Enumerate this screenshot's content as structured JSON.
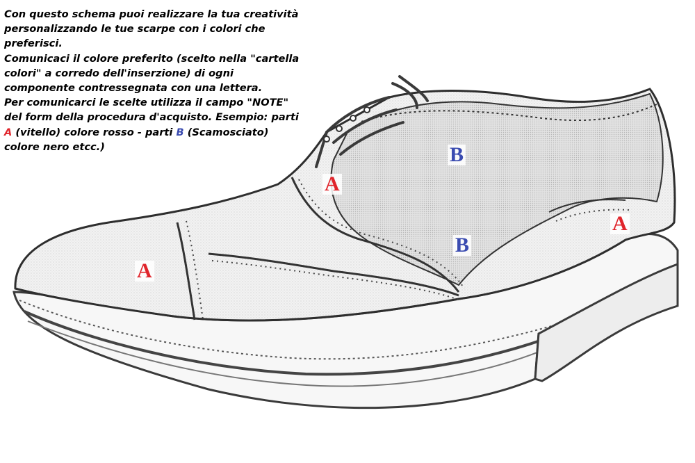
{
  "instructions": {
    "line1": "Con questo schema puoi realizzare la tua creatività personalizzando le tue scarpe con i colori che preferisci.",
    "line2": "Comunicaci il colore preferito (scelto nella \"cartella colori\" a corredo dell'inserzione) di ogni componente contressegnata con una lettera.",
    "line3_prefix": "Per comunicarci le scelte utilizza il campo \"NOTE\" del form della procedura d'acquisto. Esempio: parti ",
    "mark_a": "A",
    "line3_middle": " (vitello) colore rosso - parti ",
    "mark_b": "B",
    "line3_suffix": " (Scamosciato) colore nero etcc.)"
  },
  "labels": {
    "toe_cap": "A",
    "heel_counter": "A",
    "lace_area": "A",
    "upper_quarter": "B",
    "vamp_wing": "B"
  },
  "colors": {
    "part_a": "#e0242b",
    "part_b": "#3a4bb0"
  }
}
